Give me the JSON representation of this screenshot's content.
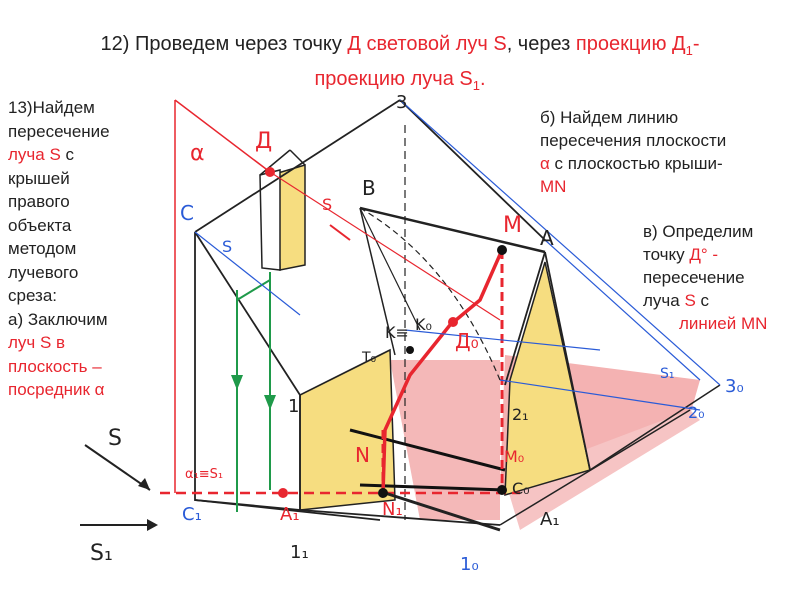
{
  "title": {
    "part1": "12) Проведем через точку ",
    "part2": "Д световой луч S",
    "part3": ", через ",
    "part4": "проекцию Д",
    "part4_sub": "1",
    "part5": "-",
    "line2_part1": "проекцию луча S",
    "line2_sub": "1",
    "line2_end": "."
  },
  "left_note": {
    "l1": "13)Найдем",
    "l2": "пересечение",
    "l3": "луча S",
    "l3b": " с",
    "l4": "крышей",
    "l5": "правого",
    "l6": "объекта",
    "l7": "методом",
    "l8": "лучевого",
    "l9": "среза:",
    "l10": "а) Заключим",
    "l11": "луч S в",
    "l12": "плоскость –",
    "l13": "посредник α"
  },
  "right_note1": {
    "l1": "б) Найдем линию",
    "l2": "пересечения плоскости",
    "l3a": "α",
    "l3b": "  с плоскостью крыши-",
    "l4": "MN"
  },
  "right_note2": {
    "l1": "в) Определим",
    "l2a": "точку ",
    "l2b": "Д° -",
    "l3": "пересечение",
    "l4a": "луча ",
    "l4b": "S",
    "l4c": " с",
    "l5": "линией MN"
  },
  "labels": {
    "alpha": "α",
    "D": "Д",
    "S": "S",
    "C": "C",
    "B": "B",
    "M": "M",
    "A": "A",
    "three": "3",
    "K": "K≡",
    "K0": "K₀",
    "T0": "T₀",
    "D0": "Д₀",
    "one": "1",
    "N": "N",
    "N1": "N₁",
    "A1_left": "A₁",
    "C1": "C₁",
    "one1": "1₁",
    "one0": "1₀",
    "A1_right": "A₁",
    "C0": "C₀",
    "M0": "M₀",
    "two1": "2₁",
    "two0": "2₀",
    "three0": "3₀",
    "S1": "S₁",
    "alpha1_S1": "α₁≡S₁",
    "legend_S": "S",
    "legend_S1": "S₁"
  },
  "colors": {
    "red": "#e8262f",
    "green": "#1f9a4a",
    "blue": "#2a5bd7",
    "yellow": "#f6dd80",
    "pink": "#f2a3a3",
    "ink": "#222222"
  }
}
